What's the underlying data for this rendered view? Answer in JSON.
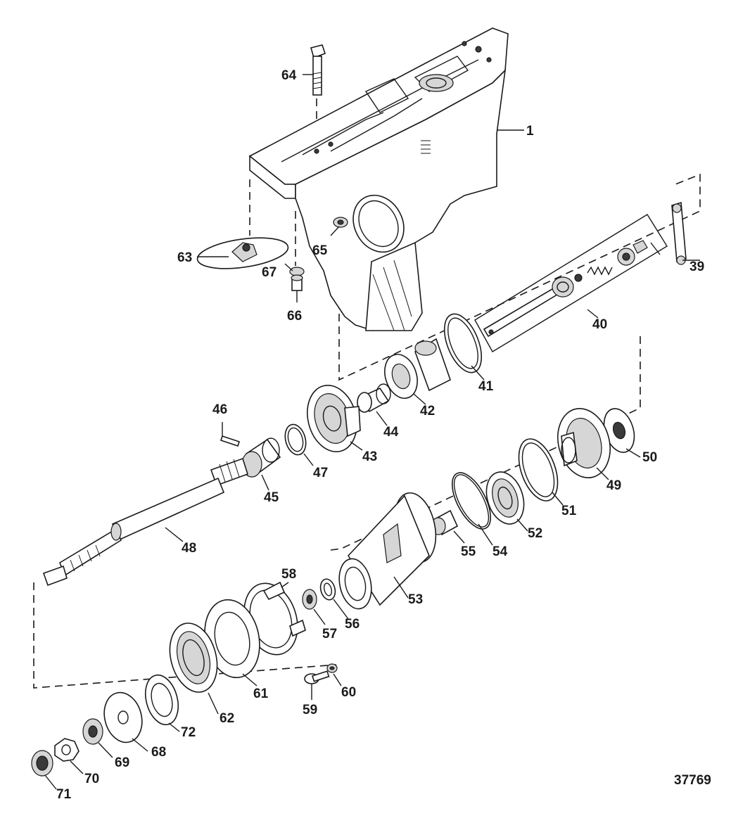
{
  "diagram_id": "37769",
  "callouts": [
    {
      "id": "c1",
      "text": "1"
    },
    {
      "id": "c39",
      "text": "39"
    },
    {
      "id": "c40",
      "text": "40"
    },
    {
      "id": "c41",
      "text": "41"
    },
    {
      "id": "c42",
      "text": "42"
    },
    {
      "id": "c43",
      "text": "43"
    },
    {
      "id": "c44",
      "text": "44"
    },
    {
      "id": "c45",
      "text": "45"
    },
    {
      "id": "c46",
      "text": "46"
    },
    {
      "id": "c47",
      "text": "47"
    },
    {
      "id": "c48",
      "text": "48"
    },
    {
      "id": "c49",
      "text": "49"
    },
    {
      "id": "c50",
      "text": "50"
    },
    {
      "id": "c51",
      "text": "51"
    },
    {
      "id": "c52",
      "text": "52"
    },
    {
      "id": "c53",
      "text": "53"
    },
    {
      "id": "c54",
      "text": "54"
    },
    {
      "id": "c55",
      "text": "55"
    },
    {
      "id": "c56",
      "text": "56"
    },
    {
      "id": "c57",
      "text": "57"
    },
    {
      "id": "c58",
      "text": "58"
    },
    {
      "id": "c59",
      "text": "59"
    },
    {
      "id": "c60",
      "text": "60"
    },
    {
      "id": "c61",
      "text": "61"
    },
    {
      "id": "c62",
      "text": "62"
    },
    {
      "id": "c63",
      "text": "63"
    },
    {
      "id": "c64",
      "text": "64"
    },
    {
      "id": "c65",
      "text": "65"
    },
    {
      "id": "c66",
      "text": "66"
    },
    {
      "id": "c67",
      "text": "67"
    },
    {
      "id": "c68",
      "text": "68"
    },
    {
      "id": "c69",
      "text": "69"
    },
    {
      "id": "c70",
      "text": "70"
    },
    {
      "id": "c71",
      "text": "71"
    },
    {
      "id": "c72",
      "text": "72"
    }
  ]
}
